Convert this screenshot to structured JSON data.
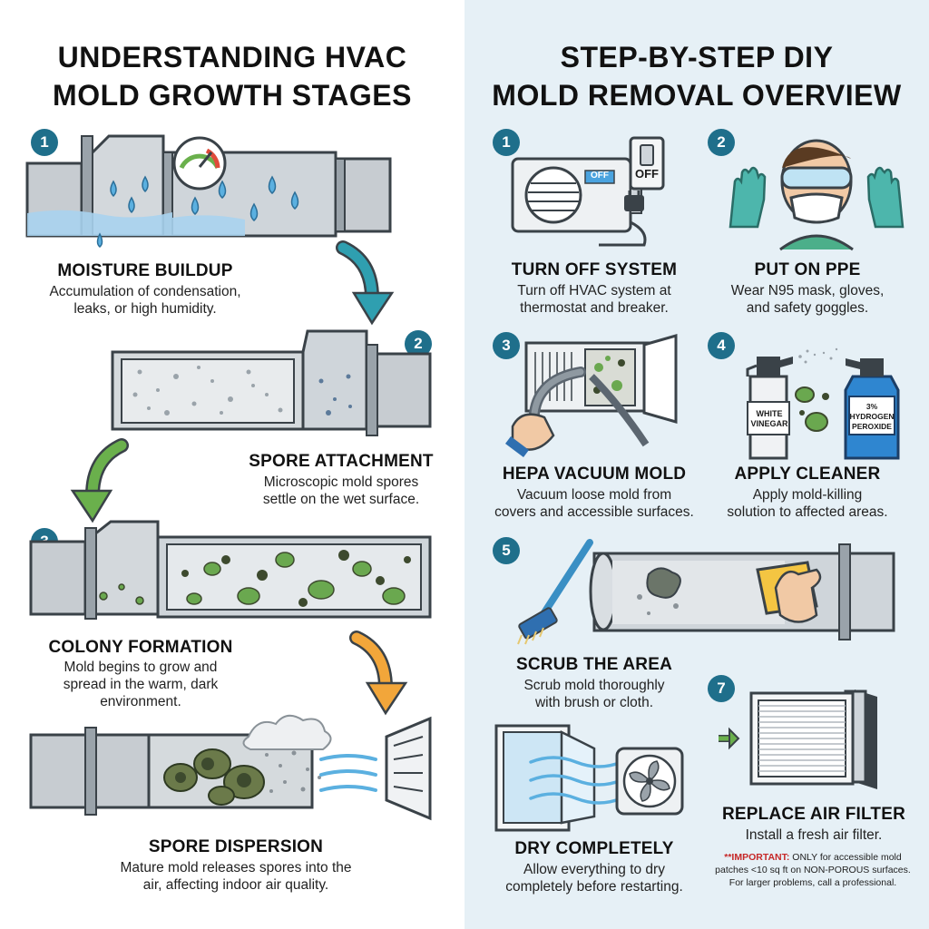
{
  "left": {
    "title_line1": "UNDERSTANDING HVAC",
    "title_line2": "MOLD GROWTH STAGES",
    "stages": [
      {
        "number": "1",
        "heading": "MOISTURE BUILDUP",
        "desc_line1": "Accumulation of condensation,",
        "desc_line2": "leaks, or high humidity.",
        "desc_line3": ""
      },
      {
        "number": "2",
        "heading": "SPORE ATTACHMENT",
        "desc_line1": "Microscopic mold spores",
        "desc_line2": "settle on the wet surface.",
        "desc_line3": ""
      },
      {
        "number": "3",
        "heading": "COLONY FORMATION",
        "desc_line1": "Mold begins to grow and",
        "desc_line2": "spread in the warm, dark",
        "desc_line3": "environment."
      },
      {
        "number": "",
        "heading": "SPORE DISPERSION",
        "desc_line1": "Mature mold releases spores into the",
        "desc_line2": "air, affecting indoor air quality.",
        "desc_line3": ""
      }
    ]
  },
  "right": {
    "title_line1": "STEP-BY-STEP DIY",
    "title_line2": "MOLD REMOVAL OVERVIEW",
    "steps": [
      {
        "number": "1",
        "heading": "TURN OFF SYSTEM",
        "desc_line1": "Turn off HVAC system at",
        "desc_line2": "thermostat and breaker."
      },
      {
        "number": "2",
        "heading": "PUT ON PPE",
        "desc_line1": "Wear N95 mask, gloves,",
        "desc_line2": "and safety goggles."
      },
      {
        "number": "3",
        "heading": "HEPA VACUUM MOLD",
        "desc_line1": "Vacuum loose mold from",
        "desc_line2": "covers and accessible surfaces."
      },
      {
        "number": "4",
        "heading": "APPLY CLEANER",
        "desc_line1": "Apply mold-killing",
        "desc_line2": "solution to affected areas."
      },
      {
        "number": "5",
        "heading": "SCRUB THE AREA",
        "desc_line1": "Scrub mold thoroughly",
        "desc_line2": "with brush or cloth."
      },
      {
        "number": "",
        "heading": "DRY COMPLETELY",
        "desc_line1": "Allow everything to dry",
        "desc_line2": "completely before restarting."
      },
      {
        "number": "7",
        "heading": "REPLACE AIR FILTER",
        "desc_line1": "Install a fresh air filter.",
        "desc_line2": ""
      }
    ],
    "labels": {
      "ac_off": "OFF",
      "switch_off": "OFF",
      "vinegar_line1": "WHITE",
      "vinegar_line2": "VINEGAR",
      "peroxide_line1": "3%",
      "peroxide_line2": "HYDROGEN",
      "peroxide_line3": "PEROXIDE"
    },
    "warning": {
      "label": "**IMPORTANT:",
      "line1": " ONLY for accessible mold",
      "line2": "patches <10 sq ft on NON-POROUS surfaces.",
      "line3": "For larger problems, call a professional."
    }
  },
  "colors": {
    "badge": "#1f6f8b",
    "duct": "#c7ccd1",
    "duct_stroke": "#3a4248",
    "water": "#5bb0e0",
    "mold_green": "#6aa84f",
    "mold_dark": "#3d4a2e",
    "arrow_teal": "#2f9fb0",
    "arrow_green": "#6ab04c",
    "arrow_orange": "#f2a63a",
    "right_bg": "#e6f0f6",
    "warning_red": "#c62828"
  }
}
